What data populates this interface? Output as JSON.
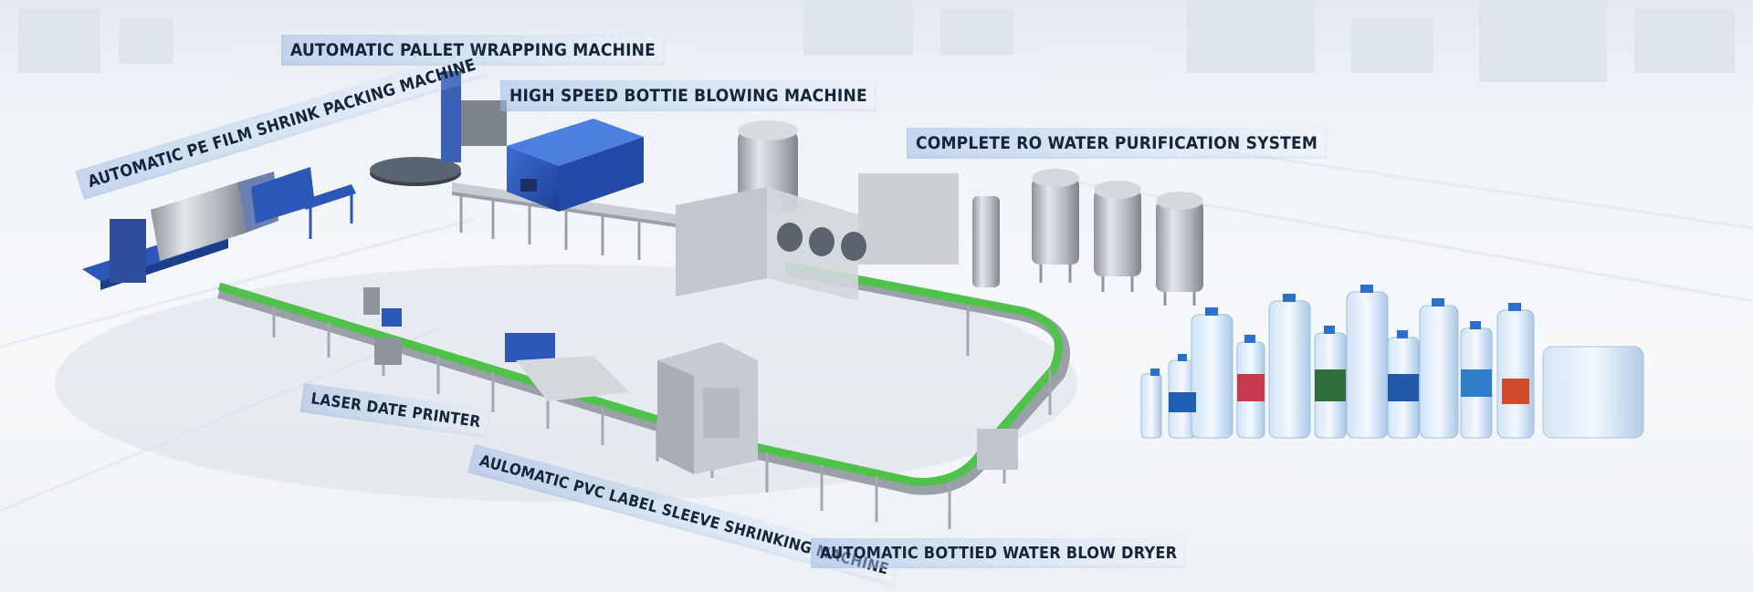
{
  "labels": {
    "pallet_wrapping": "AUTOMATIC PALLET WRAPPING MACHINE",
    "bottle_blowing": "HIGH SPEED BOTTIE BLOWING MACHINE",
    "pe_film_shrink": "AUTOMATIC PE FILM SHRINK PACKING MACHINE",
    "ro_purification": "COMPLETE RO WATER PURIFICATION SYSTEM",
    "laser_printer": "LASER DATE PRINTER",
    "pvc_label": "AULOMATIC PVC LABEL SLEEVE SHRINKING MACHINE",
    "blow_dryer": "AUTOMATIC BOTTIED WATER BLOW DRYER"
  },
  "colors": {
    "conveyor_belt": "#4fc24a",
    "machine_blue": "#2a57b8",
    "stainless": "#b9bec5",
    "label_text": "#16253a"
  },
  "icons": {
    "bottles": "water-bottle-product-group"
  }
}
